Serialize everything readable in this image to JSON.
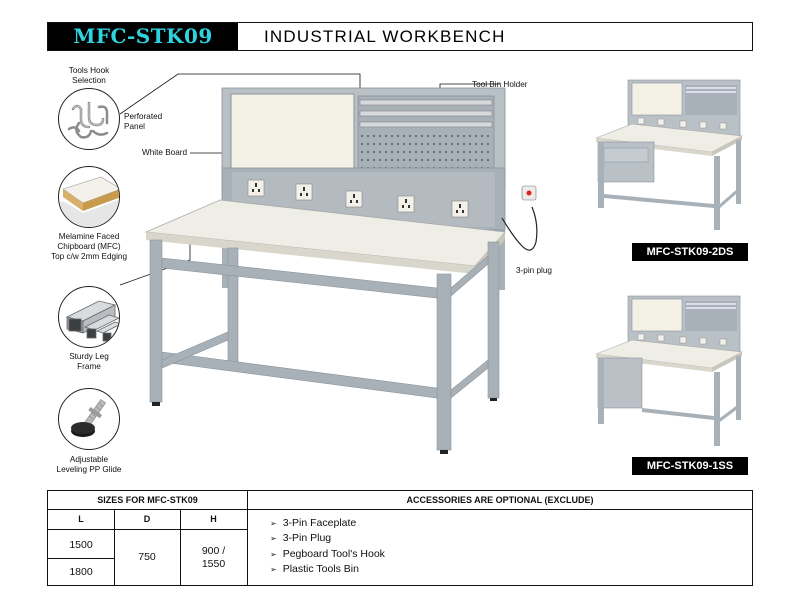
{
  "header": {
    "model": "MFC-STK09",
    "title": "INDUSTRIAL WORKBENCH"
  },
  "features": [
    {
      "icon": "tool-hooks-icon",
      "label_lines": [
        "Tools Hook",
        "Selection"
      ]
    },
    {
      "icon": "melamine-board-icon",
      "label_lines": [
        "Melamine Faced",
        "Chipboard (MFC)",
        "Top c/w 2mm Edging"
      ]
    },
    {
      "icon": "steel-tube-icon",
      "label_lines": [
        "Sturdy Leg",
        "Frame"
      ]
    },
    {
      "icon": "leveling-glide-icon",
      "label_lines": [
        "Adjustable",
        "Leveling PP Glide"
      ]
    }
  ],
  "callouts": {
    "perforated_panel": [
      "Perforated",
      "Panel"
    ],
    "tool_bin_holder": "Tool Bin Holder",
    "white_board": "White Board",
    "pin_plug": "3-pin plug"
  },
  "variants": [
    {
      "label": "MFC-STK09-2DS"
    },
    {
      "label": "MFC-STK09-1SS"
    }
  ],
  "table": {
    "sizes_header": "SIZES FOR MFC-STK09",
    "accessories_header": "ACCESSORIES ARE OPTIONAL (EXCLUDE)",
    "columns": [
      "L",
      "D",
      "H"
    ],
    "L_values": [
      "1500",
      "1800"
    ],
    "D_value": "750",
    "H_value_lines": [
      "900 /",
      "1550"
    ],
    "accessories": [
      "3-Pin Faceplate",
      "3-Pin Plug",
      "Pegboard Tool's Hook",
      "Plastic Tools Bin"
    ]
  },
  "colors": {
    "frame": "#a9b1b8",
    "frame_dark": "#8a939b",
    "top": "#efeee6",
    "model_text": "#2fd3e0"
  }
}
